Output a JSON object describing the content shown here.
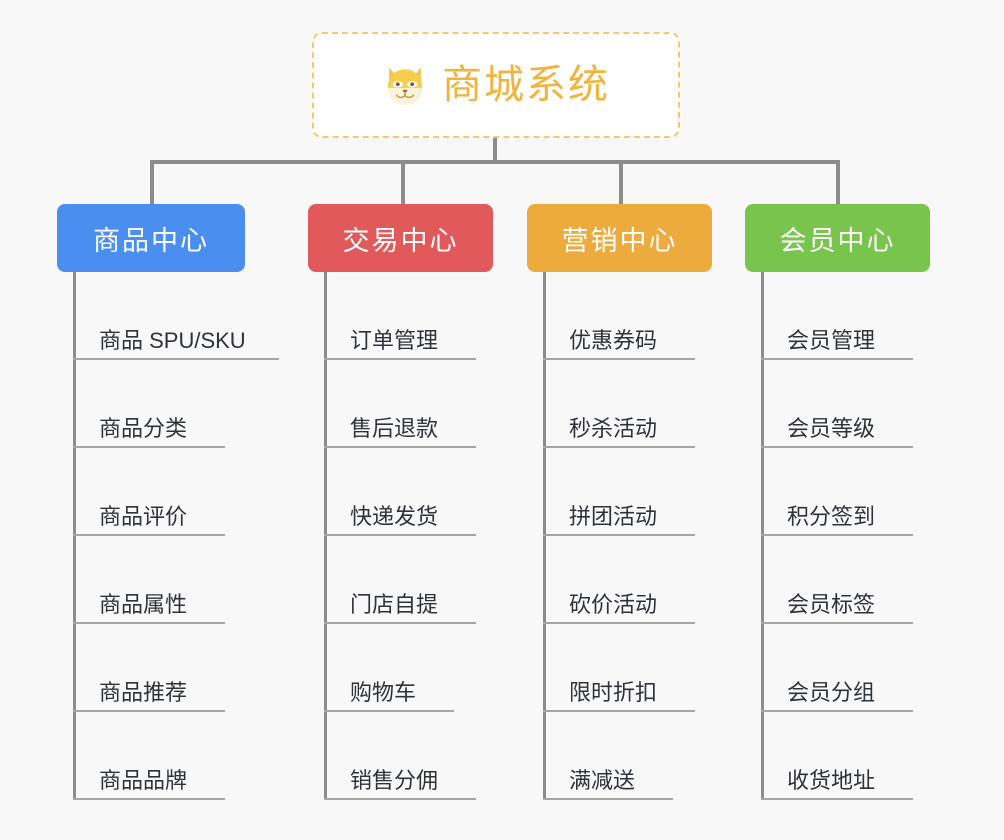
{
  "diagram": {
    "background_color": "#f8f8f8",
    "connector_color": "#8c8c8c",
    "root": {
      "title": "商城系统",
      "icon": "shiba-inu-dog-face-emoji",
      "text_color": "#f2b33d",
      "border_color": "#f5c96b",
      "background_color": "#ffffff"
    },
    "columns": [
      {
        "id": "product-center",
        "header": "商品中心",
        "color": "#4a8ff0",
        "items": [
          "商品 SPU/SKU",
          "商品分类",
          "商品评价",
          "商品属性",
          "商品推荐",
          "商品品牌"
        ]
      },
      {
        "id": "trade-center",
        "header": "交易中心",
        "color": "#e2595b",
        "items": [
          "订单管理",
          "售后退款",
          "快递发货",
          "门店自提",
          "购物车",
          "销售分佣"
        ]
      },
      {
        "id": "marketing-center",
        "header": "营销中心",
        "color": "#eeab3d",
        "items": [
          "优惠券码",
          "秒杀活动",
          "拼团活动",
          "砍价活动",
          "限时折扣",
          "满减送"
        ]
      },
      {
        "id": "member-center",
        "header": "会员中心",
        "color": "#79c council"
      }
    ]
  }
}
